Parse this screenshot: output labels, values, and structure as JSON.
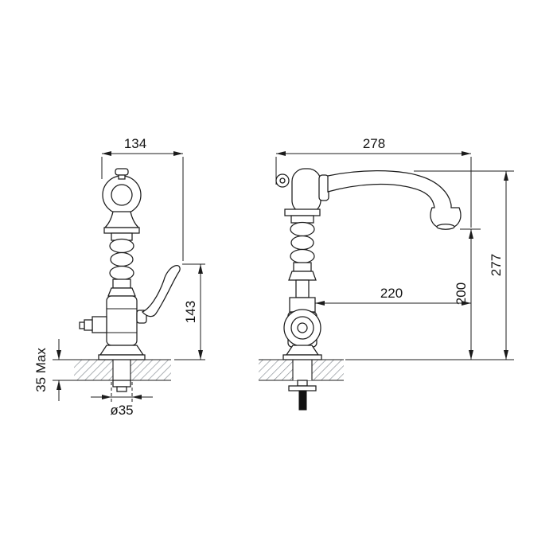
{
  "dimensions": {
    "front_width": "134",
    "front_handle_height": "143",
    "deck_thickness_max": "35 Max",
    "mounting_hole": "ø35",
    "spout_reach_total": "278",
    "spout_projection": "220",
    "spout_outlet_height": "200",
    "overall_height": "277"
  },
  "colors": {
    "line": "#1c1c1c",
    "hatch": "#8a9096",
    "stud": "#111111",
    "background": "#ffffff"
  }
}
